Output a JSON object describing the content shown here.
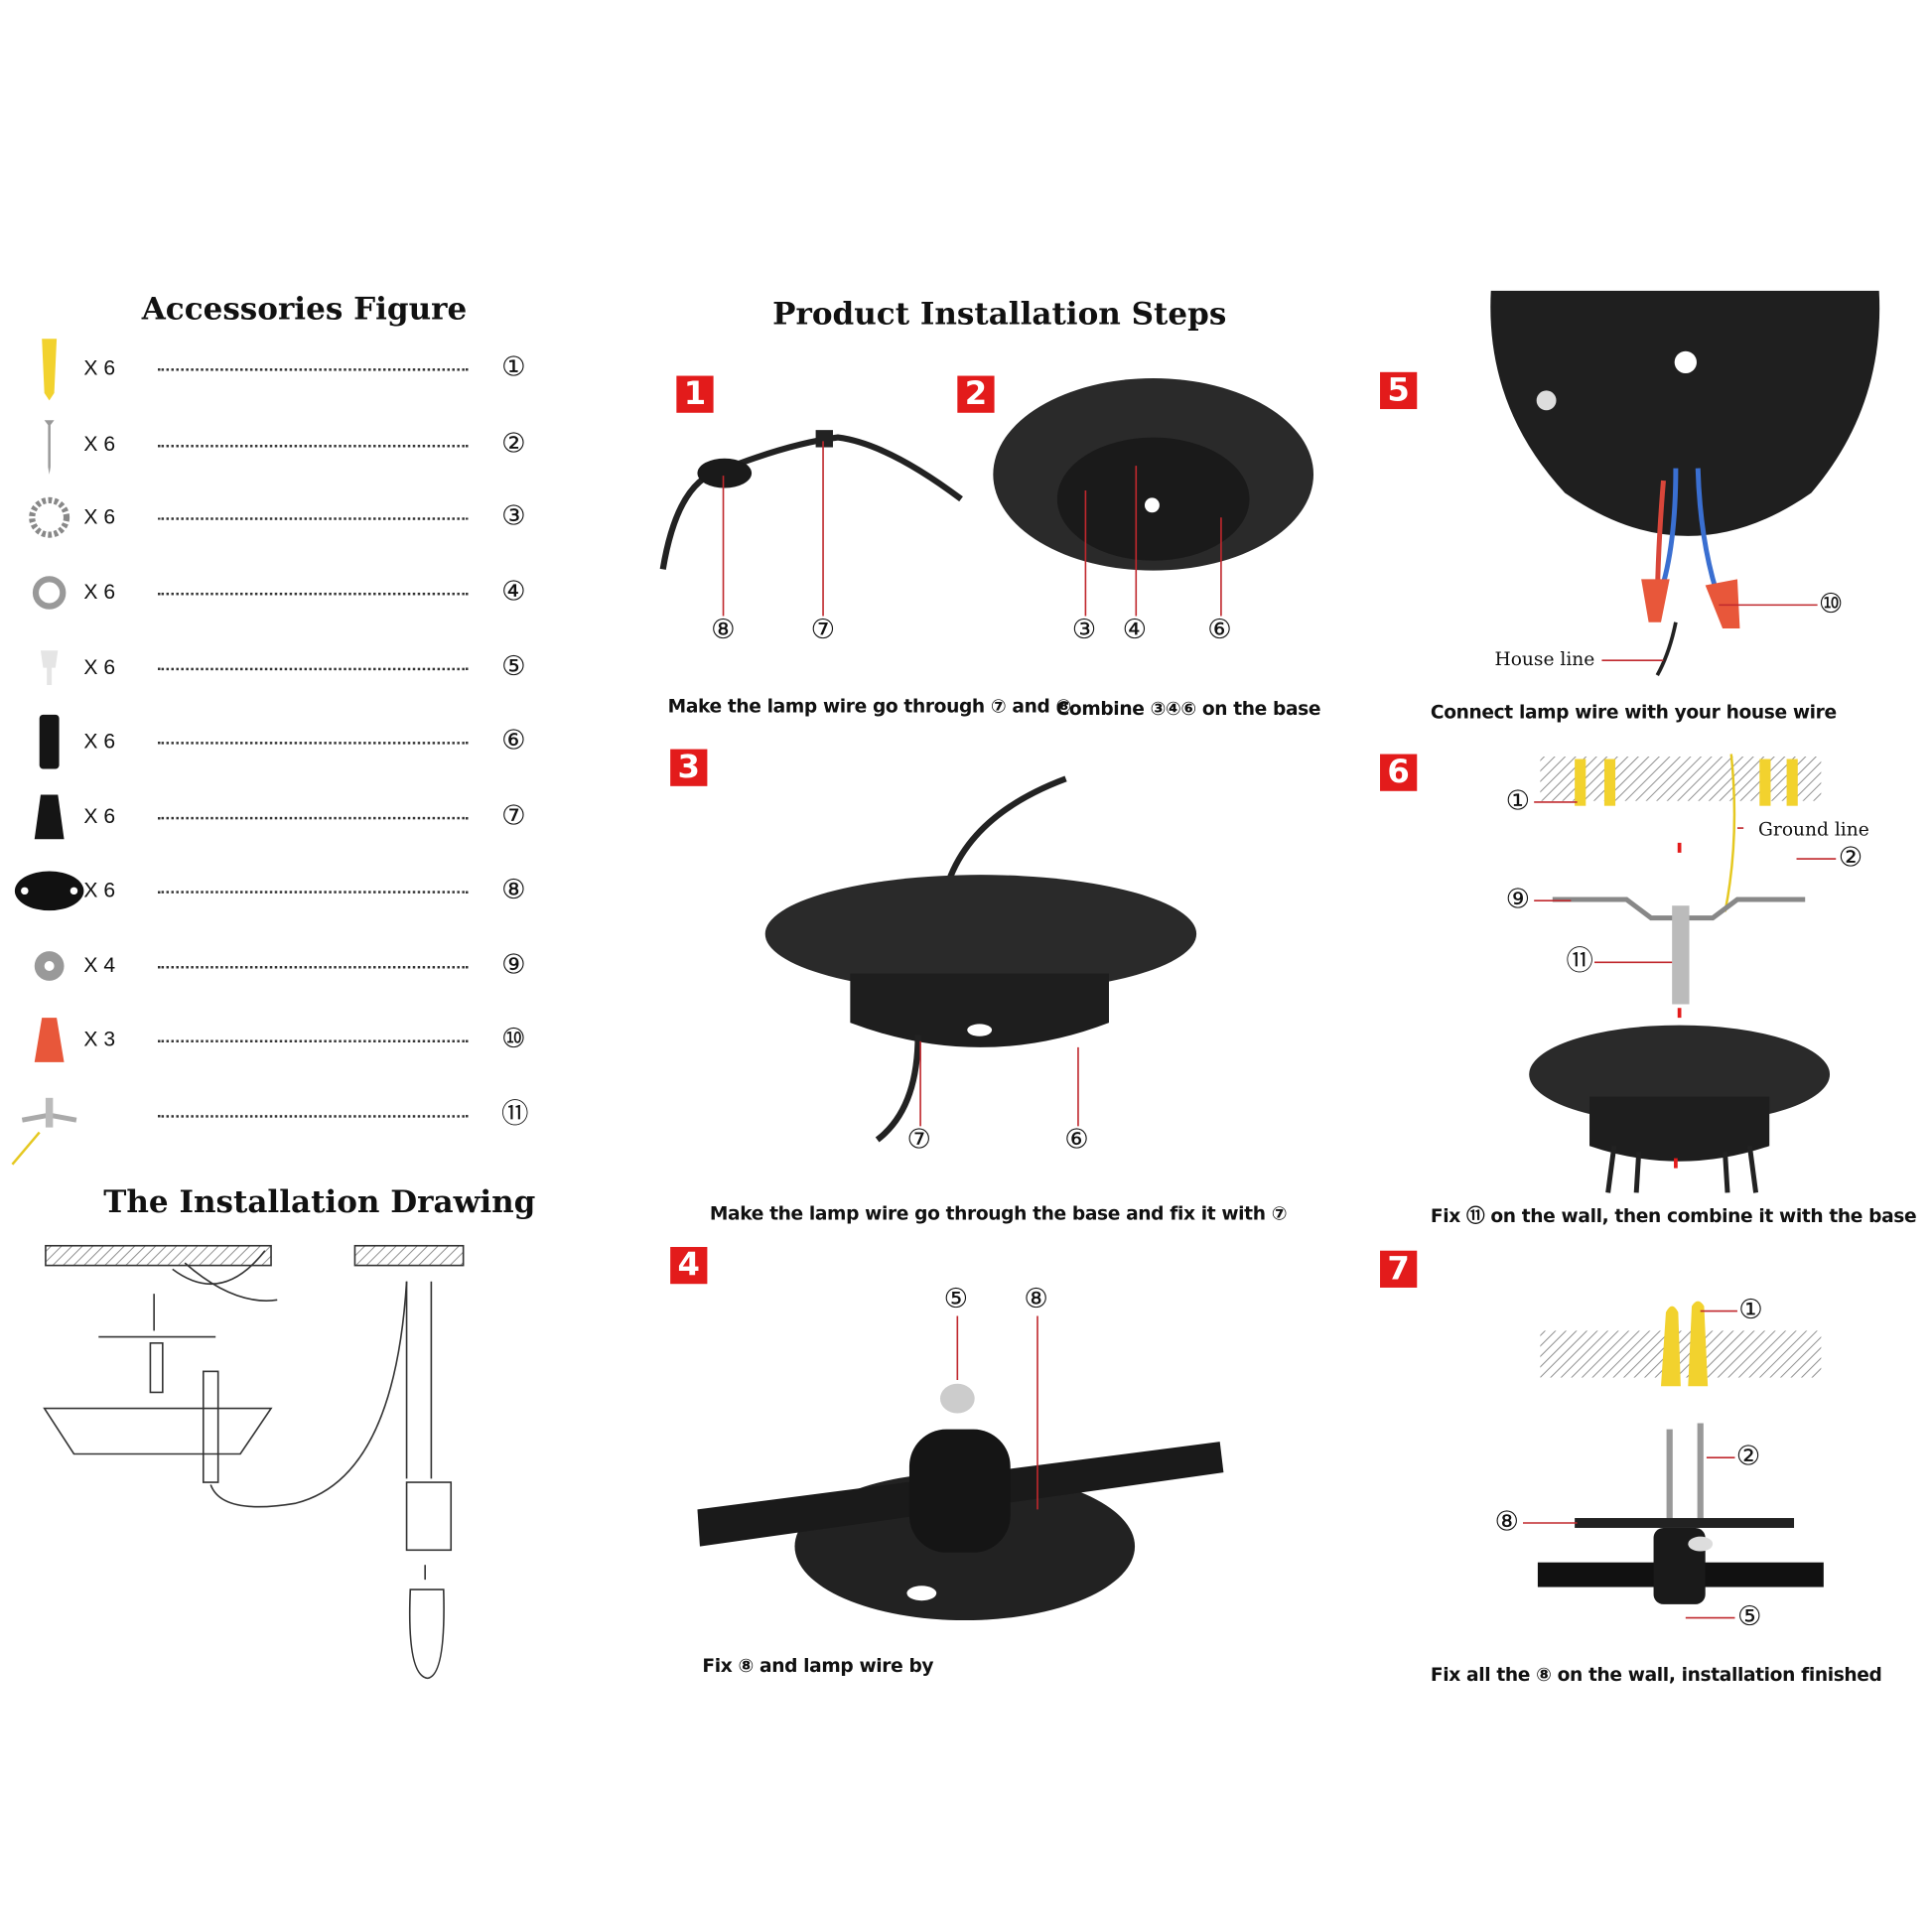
{
  "accessories": {
    "title": "Accessories Figure",
    "items": [
      {
        "qty": "X 6",
        "num": "①",
        "icon": "plastic-anchor-icon"
      },
      {
        "qty": "X 6",
        "num": "②",
        "icon": "screw-icon"
      },
      {
        "qty": "X 6",
        "num": "③",
        "icon": "star-washer-icon"
      },
      {
        "qty": "X 6",
        "num": "④",
        "icon": "ring-nut-icon"
      },
      {
        "qty": "X 6",
        "num": "⑤",
        "icon": "cap-screw-icon"
      },
      {
        "qty": "X 6",
        "num": "⑥",
        "icon": "cord-grip-icon"
      },
      {
        "qty": "X 6",
        "num": "⑦",
        "icon": "strain-relief-icon"
      },
      {
        "qty": "X 6",
        "num": "⑧",
        "icon": "wire-holder-plate-icon"
      },
      {
        "qty": "X 4",
        "num": "⑨",
        "icon": "washer-icon"
      },
      {
        "qty": "X 3",
        "num": "⑩",
        "icon": "wire-nut-icon"
      },
      {
        "qty": "",
        "num": "⑪",
        "icon": "crossbar-icon"
      }
    ]
  },
  "drawing": {
    "title": "The Installation Drawing"
  },
  "steps": {
    "title": "Product Installation Steps",
    "s1": {
      "badge": "1",
      "caption": "Make the lamp wire go through ⑦ and ⑧",
      "callouts": [
        "⑧",
        "⑦"
      ]
    },
    "s2": {
      "badge": "2",
      "caption": "Combine ③④⑥ on the base",
      "callouts": [
        "③",
        "④",
        "⑥"
      ]
    },
    "s3": {
      "badge": "3",
      "caption": "Make the lamp wire go through the base and fix it with ⑦",
      "callouts": [
        "⑦",
        "⑥"
      ]
    },
    "s4": {
      "badge": "4",
      "caption": "Fix ⑧ and lamp wire by",
      "callouts": [
        "⑤",
        "⑧"
      ]
    },
    "s5": {
      "badge": "5",
      "caption": "Connect lamp wire with your house wire",
      "callouts": [
        "⑩"
      ],
      "label": "House line"
    },
    "s6": {
      "badge": "6",
      "caption": "Fix ⑪ on the wall, then combine it with the base",
      "callouts": [
        "①",
        "②",
        "⑨",
        "⑪"
      ],
      "label": "Ground line"
    },
    "s7": {
      "badge": "7",
      "caption": "Fix all the ⑧ on the wall, installation finished",
      "callouts": [
        "①",
        "②",
        "⑧",
        "⑤"
      ]
    }
  },
  "colors": {
    "badge": "#e31b1b",
    "callout_line": "#c0282d",
    "anchor": "#f2d22e",
    "wire_nut": "#e8573a"
  }
}
